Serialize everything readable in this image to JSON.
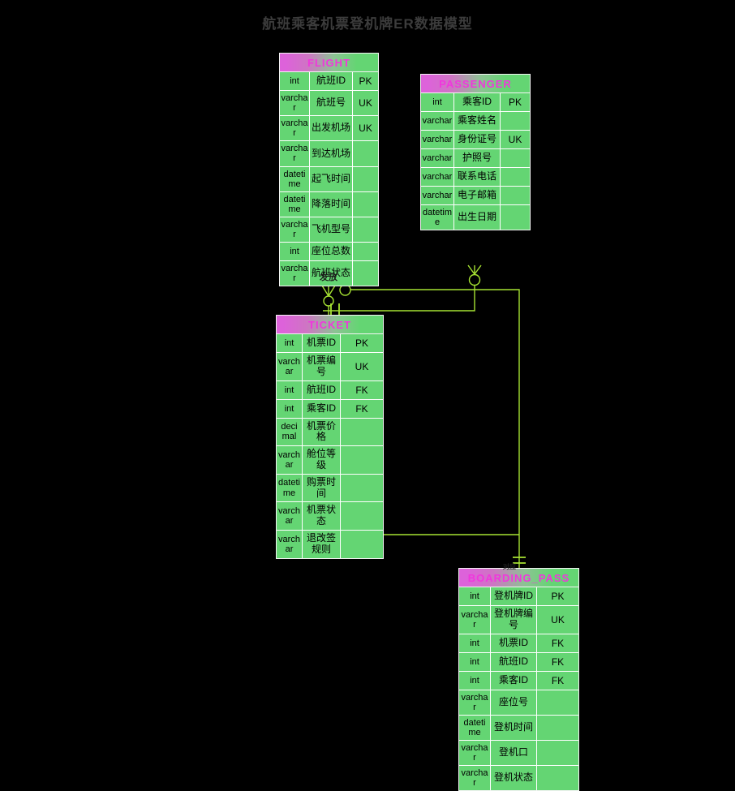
{
  "title": "航班乘客机票登机牌ER数据模型",
  "colors": {
    "background": "#000000",
    "title_text": "#3c3c3c",
    "cell_green": "#64d573",
    "header_magenta": "#dd62da",
    "header_text": "#f136dd",
    "relationship_line": "#a6e232",
    "grid_line": "#ffffff",
    "attribute_text": "#000000"
  },
  "entities": [
    {
      "id": "flight",
      "name": "FLIGHT",
      "rows": [
        {
          "type": "int",
          "name": "航班ID",
          "key": "PK"
        },
        {
          "type": "varchar",
          "name": "航班号",
          "key": "UK"
        },
        {
          "type": "varchar",
          "name": "出发机场",
          "key": "UK"
        },
        {
          "type": "varchar",
          "name": "到达机场",
          "key": ""
        },
        {
          "type": "datetime",
          "name": "起飞时间",
          "key": ""
        },
        {
          "type": "datetime",
          "name": "降落时间",
          "key": ""
        },
        {
          "type": "varchar",
          "name": "飞机型号",
          "key": ""
        },
        {
          "type": "int",
          "name": "座位总数",
          "key": ""
        },
        {
          "type": "varchar",
          "name": "航班状态",
          "key": ""
        }
      ]
    },
    {
      "id": "passenger",
      "name": "PASSENGER",
      "rows": [
        {
          "type": "int",
          "name": "乘客ID",
          "key": "PK"
        },
        {
          "type": "varchar",
          "name": "乘客姓名",
          "key": ""
        },
        {
          "type": "varchar",
          "name": "身份证号",
          "key": "UK"
        },
        {
          "type": "varchar",
          "name": "护照号",
          "key": ""
        },
        {
          "type": "varchar",
          "name": "联系电话",
          "key": ""
        },
        {
          "type": "varchar",
          "name": "电子邮箱",
          "key": ""
        },
        {
          "type": "datetime",
          "name": "出生日期",
          "key": ""
        }
      ]
    },
    {
      "id": "ticket",
      "name": "TICKET",
      "rows": [
        {
          "type": "int",
          "name": "机票ID",
          "key": "PK"
        },
        {
          "type": "varchar",
          "name": "机票编号",
          "key": "UK"
        },
        {
          "type": "int",
          "name": "航班ID",
          "key": "FK"
        },
        {
          "type": "int",
          "name": "乘客ID",
          "key": "FK"
        },
        {
          "type": "decimal",
          "name": "机票价格",
          "key": ""
        },
        {
          "type": "varchar",
          "name": "舱位等级",
          "key": ""
        },
        {
          "type": "datetime",
          "name": "购票时间",
          "key": ""
        },
        {
          "type": "varchar",
          "name": "机票状态",
          "key": ""
        },
        {
          "type": "varchar",
          "name": "退改签规则",
          "key": ""
        }
      ]
    },
    {
      "id": "boarding_pass",
      "name": "BOARDING_PASS",
      "rows": [
        {
          "type": "int",
          "name": "登机牌ID",
          "key": "PK"
        },
        {
          "type": "varchar",
          "name": "登机牌编号",
          "key": "UK"
        },
        {
          "type": "int",
          "name": "机票ID",
          "key": "FK"
        },
        {
          "type": "int",
          "name": "航班ID",
          "key": "FK"
        },
        {
          "type": "int",
          "name": "乘客ID",
          "key": "FK"
        },
        {
          "type": "varchar",
          "name": "座位号",
          "key": ""
        },
        {
          "type": "datetime",
          "name": "登机时间",
          "key": ""
        },
        {
          "type": "varchar",
          "name": "登机口",
          "key": ""
        },
        {
          "type": "varchar",
          "name": "登机状态",
          "key": ""
        }
      ]
    }
  ],
  "relationships": [
    {
      "label": "发放"
    },
    {
      "label": "对应"
    }
  ]
}
